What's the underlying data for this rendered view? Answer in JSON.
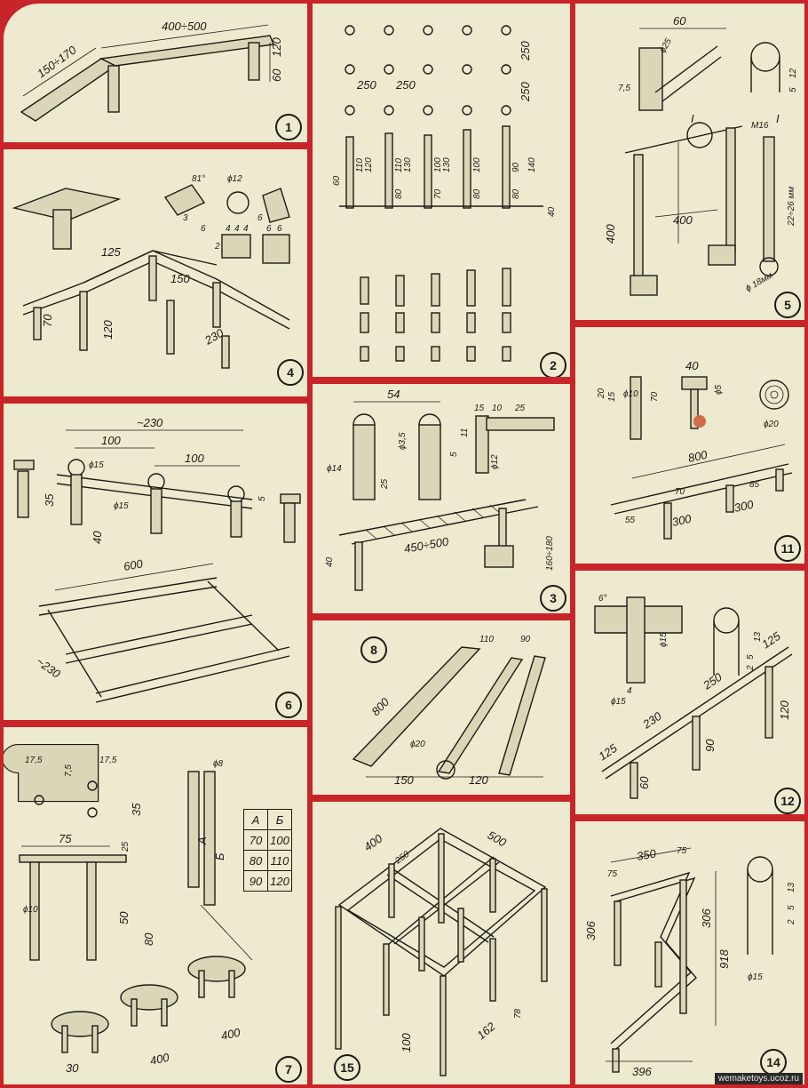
{
  "panels": {
    "p1": {
      "number": "1",
      "dims": [
        "400÷500",
        "150÷170",
        "120",
        "60"
      ]
    },
    "p2": {
      "number": "2",
      "dims": [
        "250",
        "250",
        "250",
        "250",
        "110",
        "120",
        "110",
        "130",
        "100",
        "130",
        "100",
        "80",
        "90",
        "140",
        "60",
        "70",
        "80",
        "80",
        "40"
      ]
    },
    "p3": {
      "number": "3",
      "dims": [
        "54",
        "15",
        "10",
        "25",
        "ϕ3,5",
        "ϕ14",
        "25",
        "ϕ12",
        "11",
        "5",
        "450÷500",
        "160÷180",
        "40"
      ]
    },
    "p4": {
      "number": "4",
      "dims": [
        "81°",
        "ϕ12",
        "3",
        "6",
        "4",
        "4",
        "4",
        "6",
        "6",
        "6",
        "2",
        "125",
        "150",
        "70",
        "120",
        "230"
      ]
    },
    "p5": {
      "number": "5",
      "dims": [
        "60",
        "ϕ25",
        "12",
        "5",
        "7,5",
        "I",
        "I",
        "M16",
        "400",
        "400",
        "22÷26 мм",
        "ϕ 18мм"
      ]
    },
    "p6": {
      "number": "6",
      "dims": [
        "~230",
        "100",
        "100",
        "ϕ15",
        "ϕ15",
        "35",
        "40",
        "5",
        "600",
        "~230"
      ]
    },
    "p7": {
      "number": "7",
      "dims": [
        "17,5",
        "17,5",
        "7,5",
        "35",
        "75",
        "25",
        "ϕ10",
        "50",
        "80",
        "ϕ8",
        "A",
        "Б",
        "30",
        "400",
        "400"
      ],
      "table": {
        "header": [
          "A",
          "Б"
        ],
        "rows": [
          [
            "70",
            "100"
          ],
          [
            "80",
            "110"
          ],
          [
            "90",
            "120"
          ]
        ]
      }
    },
    "p8": {
      "number": "8",
      "dims": [
        "110",
        "90",
        "800",
        "ϕ20",
        "150",
        "120"
      ]
    },
    "p11": {
      "number": "11",
      "dims": [
        "40",
        "ϕ5",
        "20",
        "15",
        "ϕ10",
        "70",
        "ϕ20",
        "800",
        "70",
        "85",
        "55",
        "300",
        "300"
      ]
    },
    "p12": {
      "number": "12",
      "dims": [
        "6°",
        "ϕ15",
        "13",
        "5",
        "2",
        "4",
        "ϕ15",
        "125",
        "250",
        "230",
        "125",
        "120",
        "90",
        "60"
      ]
    },
    "p14": {
      "number": "14",
      "dims": [
        "75",
        "350",
        "75",
        "306",
        "306",
        "918",
        "396",
        "13",
        "5",
        "2",
        "ϕ15"
      ]
    },
    "p15": {
      "number": "15",
      "dims": [
        "400",
        "250",
        "500",
        "100",
        "162",
        "78"
      ]
    }
  },
  "watermark": "wemaketoys.ucoz.ru",
  "colors": {
    "frame": "#c8252a",
    "paper": "#eeeacf",
    "ink": "#1c1a16"
  }
}
